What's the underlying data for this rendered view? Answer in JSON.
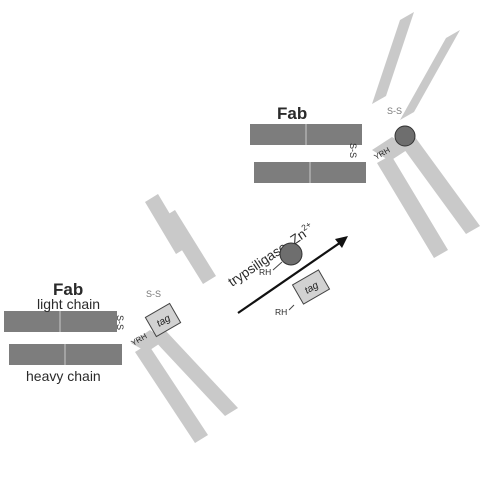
{
  "left_antibody": {
    "fab_label": "Fab",
    "light_chain_label": "light chain",
    "heavy_chain_label": "heavy chain",
    "disulfide_fab": "S-S",
    "disulfide_hinge": "S-S",
    "linker_label": "YRH",
    "tag_label": "tag"
  },
  "reaction": {
    "enzyme_label": "trypsiligase, Zn",
    "enzyme_superscript": "2+",
    "substrate_prefix": "RH",
    "byproduct_prefix": "RH",
    "byproduct_tag_label": "tag"
  },
  "right_antibody": {
    "fab_label": "Fab",
    "disulfide_fab": "S-S",
    "disulfide_hinge": "S-S",
    "linker_label": "YRH"
  },
  "colors": {
    "fab_chain": "#7d7d7d",
    "fc_chain": "#c9c9c9",
    "tag_box": "#d2d2d2",
    "conjugate_ball": "#6e6e6e",
    "text": "#2a2a2a"
  }
}
